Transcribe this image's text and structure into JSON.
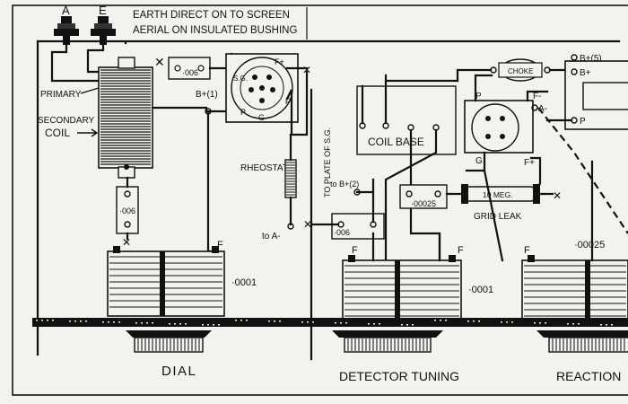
{
  "header": {
    "line1": "EARTH DIRECT ON TO SCREEN",
    "line2": "AERIAL ON INSULATED BUSHING"
  },
  "terminals": {
    "aerial": "A",
    "earth": "E"
  },
  "coil": {
    "primary": "PRIMARY",
    "secondary_line1": "SECONDARY",
    "secondary_line2": "COIL"
  },
  "capacitors": {
    "top": "·006",
    "left_vertical": "·006",
    "mid": "·006",
    "grid": "·00025",
    "reaction": "·00025"
  },
  "valve_sg": {
    "pin_sg": "S.G.",
    "pin_fplus": "F+",
    "pin_fminus": "F-",
    "pin_p": "P",
    "pin_g": "G"
  },
  "valve_det": {
    "pin_p": "P",
    "pin_fminus": "F-",
    "pin_g": "G",
    "pin_fplus": "F+",
    "pin_a_minus": "A-"
  },
  "labels": {
    "b_plus_1": "B+(1)",
    "b_plus_2": "to B+(2)",
    "b_plus_5": "B+(5)",
    "b_plus": "B+",
    "p": "P",
    "rheostat": "RHEOSTAT",
    "to_plate_sg": "TO PLATE OF S.G.",
    "to_a_minus": "to A-",
    "coil_base": "COIL BASE",
    "choke": "CHOKE",
    "grid_leak": "GRID LEAK",
    "ten_meg": "10 MEG.",
    "f1": "F",
    "f2": "F",
    "f3": "F",
    "f4": "F",
    "cap1": "·0001",
    "cap2": "·0001"
  },
  "dials": {
    "dial": "DIAL",
    "detector": "DETECTOR TUNING",
    "reaction": "REACTION"
  },
  "colors": {
    "ink": "#111111",
    "paper": "#f4f2ec"
  }
}
